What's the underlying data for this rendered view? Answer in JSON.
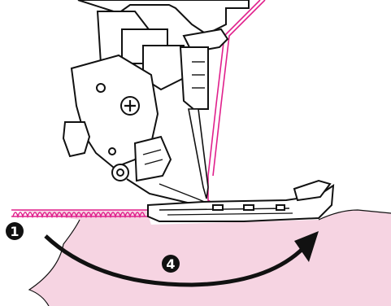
{
  "callouts": [
    {
      "id": "1",
      "label": "1"
    },
    {
      "id": "4",
      "label": "4"
    }
  ],
  "colors": {
    "fabric": "#f6d4e2",
    "thread": "#e0208c",
    "stitch": "#e0208c",
    "ink": "#111111",
    "callout": "#111111"
  },
  "icons": {
    "arrow": "curved-arrow-icon",
    "foot": "presser-foot",
    "needle": "needle"
  }
}
